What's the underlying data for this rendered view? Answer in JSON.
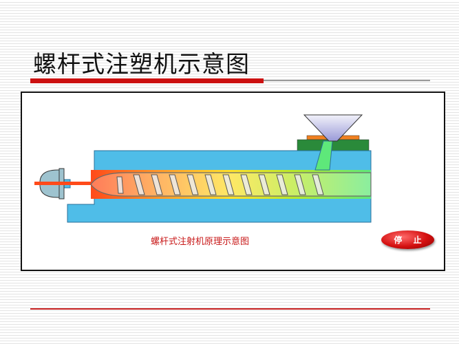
{
  "slide": {
    "title": "螺杆式注塑机示意图"
  },
  "diagram": {
    "caption": "螺杆式注射机原理示意图",
    "stop_button_label": "停 止",
    "colors": {
      "accent_red": "#cc1111",
      "barrel_blue": "#4fbde8",
      "hopper_green": "#2a8a3a",
      "heater_orange": "#f08020",
      "caption_red": "#c81818"
    }
  }
}
